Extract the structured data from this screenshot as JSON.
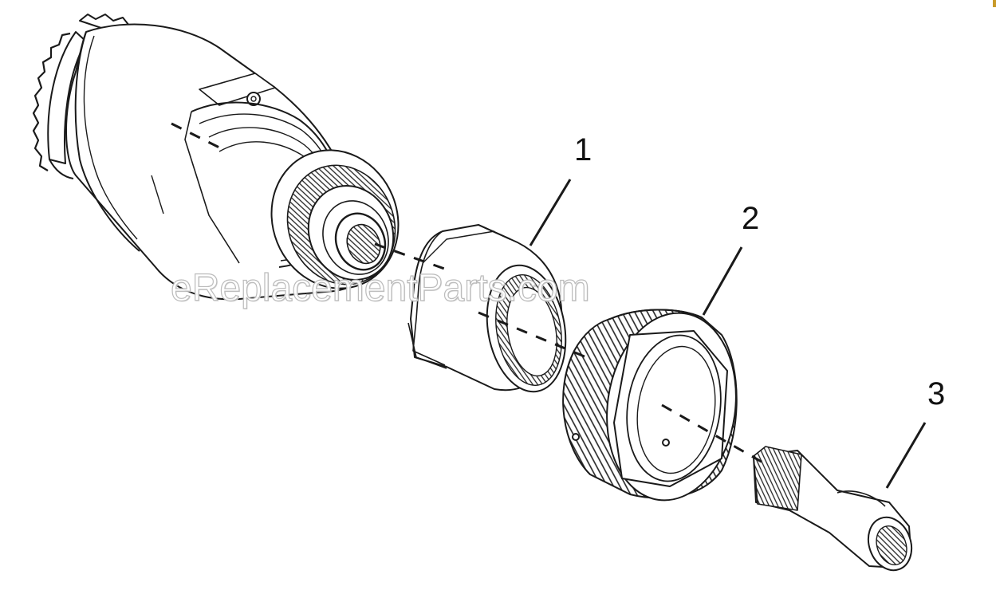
{
  "diagram": {
    "callouts": [
      {
        "id": "1",
        "label": "1",
        "part": "sleeve"
      },
      {
        "id": "2",
        "label": "2",
        "part": "knurled-nut"
      },
      {
        "id": "3",
        "label": "3",
        "part": "splined-adapter"
      }
    ],
    "watermark": "eReplacementParts.com"
  },
  "colors": {
    "background": "#ffffff",
    "line": "#1a1a1a",
    "shade": "#e9e9e9",
    "watermark": "#b8b8b8"
  }
}
